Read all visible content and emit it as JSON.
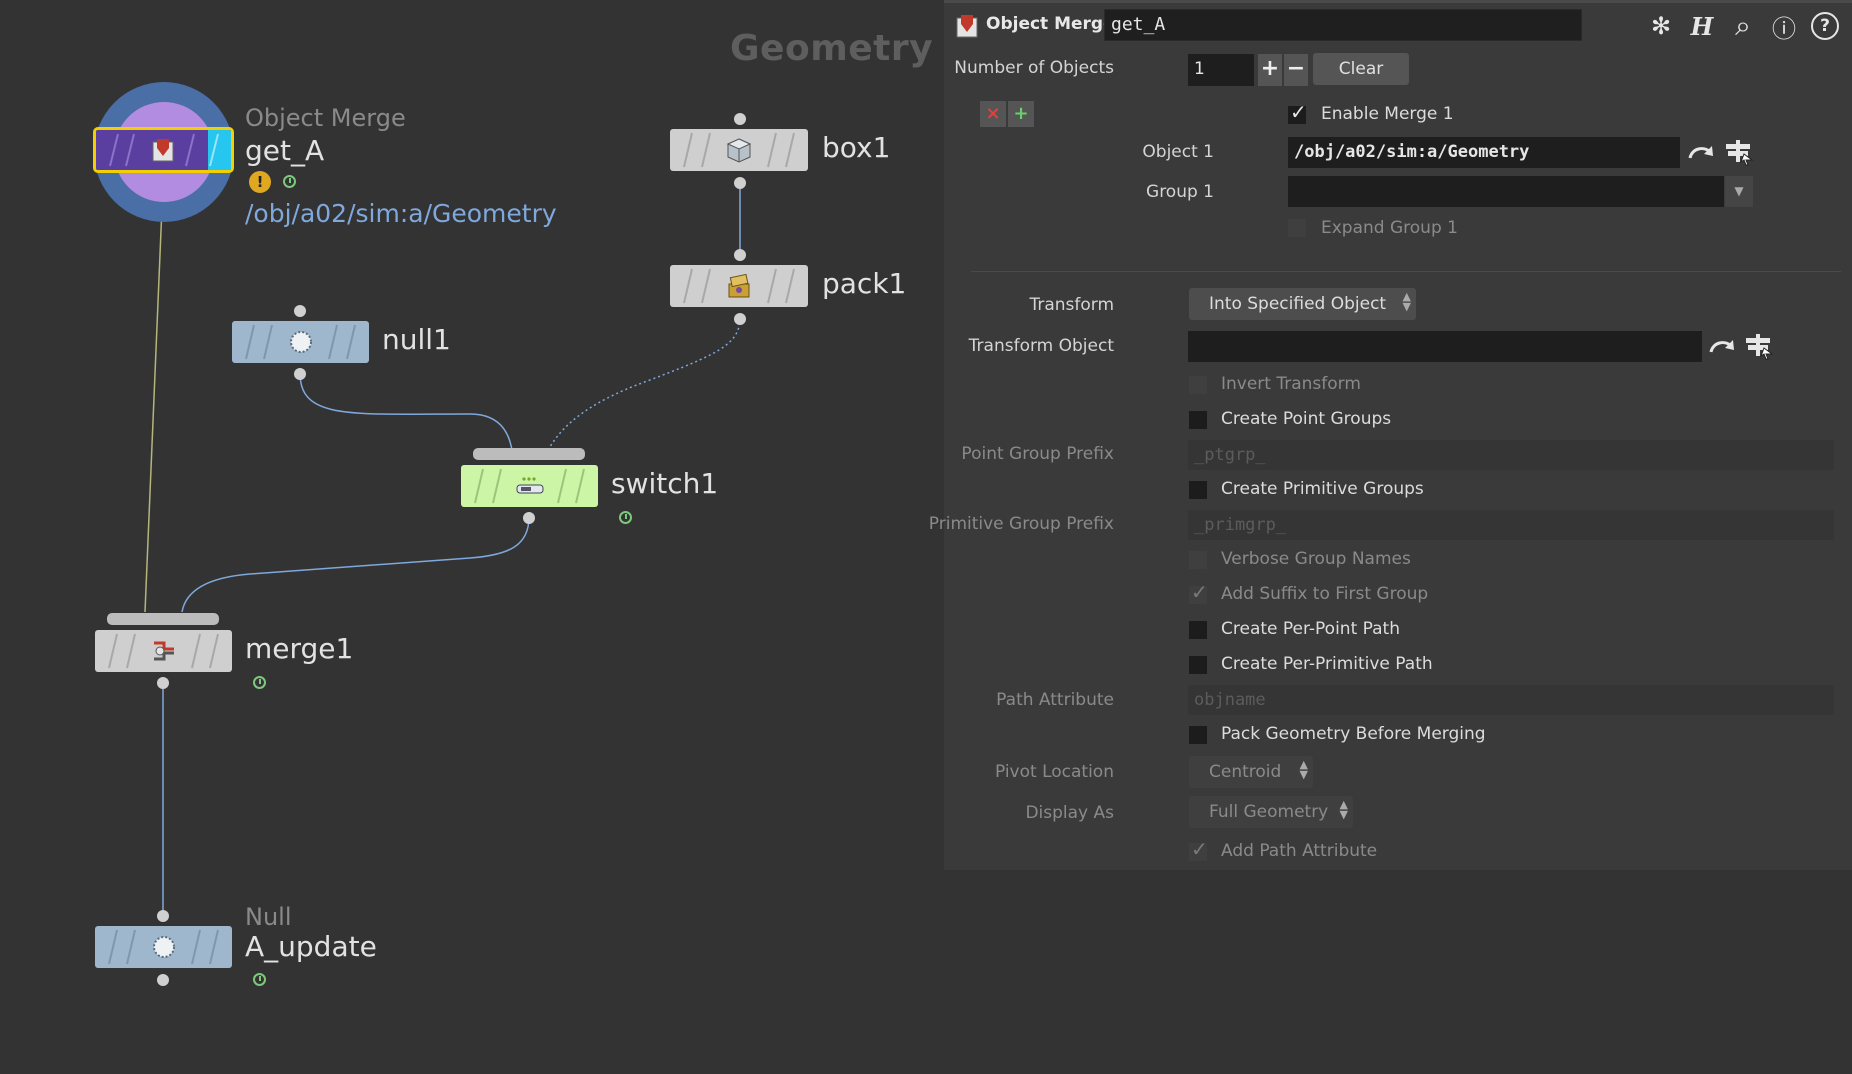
{
  "network": {
    "context_label": "Geometry",
    "nodes": [
      {
        "id": "get_A",
        "type_label": "Object Merge",
        "name": "get_A",
        "path": "/obj/a02/sim:a/Geometry"
      },
      {
        "id": "box1",
        "name": "box1"
      },
      {
        "id": "pack1",
        "name": "pack1"
      },
      {
        "id": "null1",
        "name": "null1"
      },
      {
        "id": "switch1",
        "name": "switch1"
      },
      {
        "id": "merge1",
        "name": "merge1"
      },
      {
        "id": "A_update",
        "type_label": "Null",
        "name": "A_update"
      }
    ]
  },
  "panel": {
    "node_type": "Object Merge",
    "node_name": "get_A",
    "header_icons": [
      "gear-icon",
      "houdini-help-icon",
      "search-icon",
      "info-icon",
      "help-icon"
    ],
    "header_glyphs": {
      "gear": "✻",
      "h": "H",
      "search": "⌕",
      "info": "ⓘ",
      "help": "?"
    },
    "num_objects_label": "Number of Objects",
    "num_objects_value": "1",
    "plus": "+",
    "minus": "−",
    "clear_label": "Clear",
    "enable_merge_label": "Enable Merge 1",
    "object1_label": "Object 1",
    "object1_value": "/obj/a02/sim:a/Geometry",
    "group1_label": "Group 1",
    "group1_value": "",
    "expand_group_label": "Expand Group 1",
    "transform_label": "Transform",
    "transform_value": "Into Specified Object",
    "transform_object_label": "Transform Object",
    "transform_object_value": "",
    "invert_transform_label": "Invert Transform",
    "create_point_groups_label": "Create Point Groups",
    "point_group_prefix_label": "Point Group Prefix",
    "point_group_prefix_value": "_ptgrp_",
    "create_prim_groups_label": "Create Primitive Groups",
    "prim_group_prefix_label": "Primitive Group Prefix",
    "prim_group_prefix_value": "_primgrp_",
    "verbose_group_names_label": "Verbose Group Names",
    "add_suffix_label": "Add Suffix to First Group",
    "per_point_path_label": "Create Per-Point Path",
    "per_prim_path_label": "Create Per-Primitive Path",
    "path_attribute_label": "Path Attribute",
    "path_attribute_value": "objname",
    "pack_geometry_label": "Pack Geometry Before Merging",
    "pivot_location_label": "Pivot Location",
    "pivot_location_value": "Centroid",
    "display_as_label": "Display As",
    "display_as_value": "Full Geometry",
    "add_path_attribute_label": "Add Path Attribute",
    "checkbox_states": {
      "enable_merge": true,
      "expand_group": false,
      "invert_transform": false,
      "create_point_groups": false,
      "create_prim_groups": false,
      "verbose_group_names": false,
      "add_suffix": true,
      "per_point_path": false,
      "per_prim_path": false,
      "pack_geometry": false,
      "add_path_attribute": true
    }
  },
  "colors": {
    "canvas_bg": "#333333",
    "panel_bg": "#3a3a3a",
    "selected_node": "#5a3fa0",
    "selected_outline": "#f2d000",
    "display_flag": "#26c6f0",
    "switch_node": "#ccf5a6",
    "null_node": "#9fb7cd",
    "default_node": "#cfcfcf",
    "path_text": "#7fa8dc"
  }
}
